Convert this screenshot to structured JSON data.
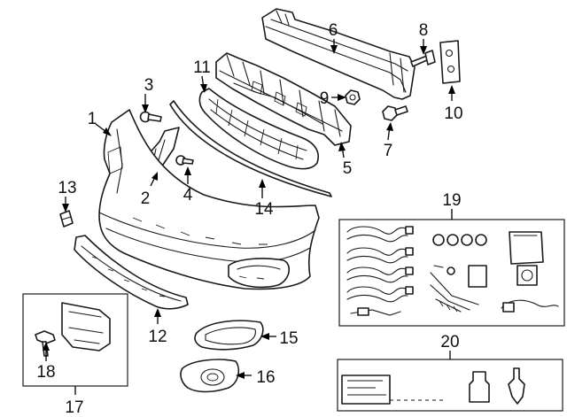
{
  "callouts": {
    "c1": "1",
    "c2": "2",
    "c3": "3",
    "c4": "4",
    "c5": "5",
    "c6": "6",
    "c7": "7",
    "c8": "8",
    "c9": "9",
    "c10": "10",
    "c11": "11",
    "c12": "12",
    "c13": "13",
    "c14": "14",
    "c15": "15",
    "c16": "16",
    "c17": "17",
    "c18": "18",
    "c19": "19",
    "c20": "20"
  },
  "colors": {
    "ink": "#1a1a1a",
    "background": "#ffffff"
  }
}
